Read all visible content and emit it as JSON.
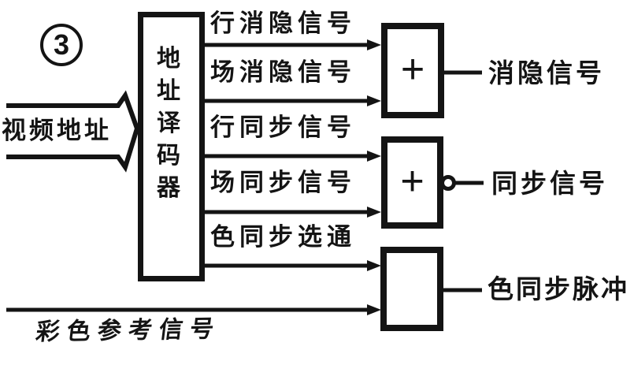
{
  "figure_label": "3",
  "colors": {
    "ink": "#141414",
    "paper": "#ffffff"
  },
  "input": {
    "label": "视频地址"
  },
  "decoder": {
    "label": "地址译码器"
  },
  "decoder_outputs": [
    {
      "label": "行消隐信号"
    },
    {
      "label": "场消隐信号"
    },
    {
      "label": "行同步信号"
    },
    {
      "label": "场同步信号"
    },
    {
      "label": "色同步选通"
    }
  ],
  "combiners": [
    {
      "symbol": "+",
      "inverted_output": false,
      "output_label": "消隐信号"
    },
    {
      "symbol": "+",
      "inverted_output": true,
      "output_label": "同步信号"
    },
    {
      "symbol": "",
      "inverted_output": false,
      "output_label": "色同步脉冲"
    }
  ],
  "bottom_input": {
    "label": "彩色参考信号"
  }
}
